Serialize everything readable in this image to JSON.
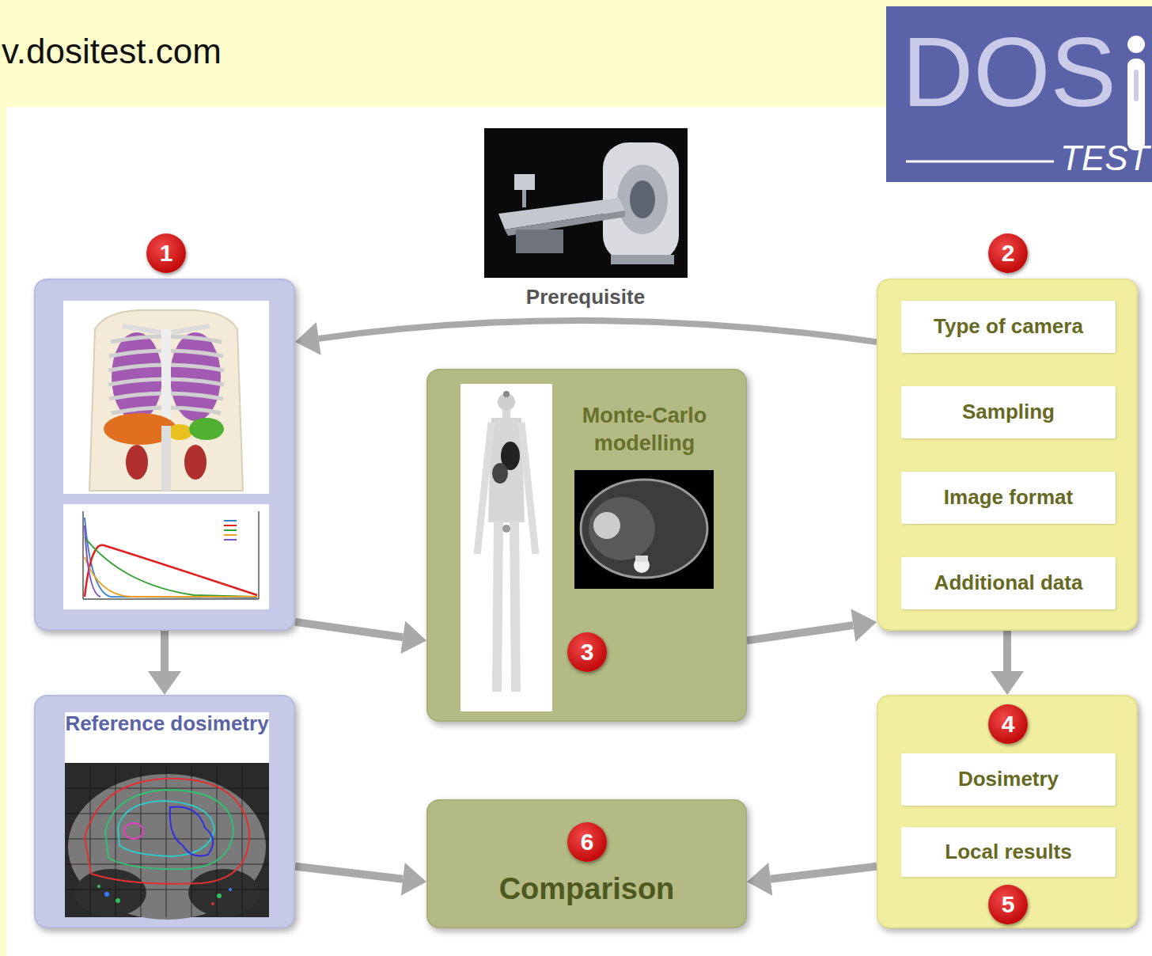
{
  "diagram": {
    "nodes": [
      {
        "text": [
          "DOS",
          "TEST"
        ]
      },
      {
        "text": [
          "1"
        ]
      },
      {
        "text": [
          "2"
        ]
      },
      {
        "text": [
          "Type of camera"
        ],
        "in": 2
      },
      {
        "text": [
          "Sampling"
        ],
        "in": 2
      },
      {
        "text": [
          "Image format"
        ],
        "in": 2
      },
      {
        "text": [
          "Additional data"
        ],
        "in": 2
      },
      {
        "text": [
          "Monte-Carlo modelling",
          "3"
        ]
      },
      {
        "text": [
          "Reference dosimetry"
        ]
      },
      {
        "text": [
          "6",
          "Comparison"
        ]
      },
      {
        "text": [
          "4",
          "5"
        ]
      },
      {
        "text": [
          "Dosimetry"
        ],
        "in": 10
      },
      {
        "text": [
          "Local results"
        ],
        "in": 10
      }
    ],
    "edges": [
      {
        "from": 2,
        "to": 1,
        "arrow": "to"
      },
      {
        "from": 1,
        "to": 7,
        "arrow": "to"
      },
      {
        "from": 7,
        "to": 2,
        "arrow": "to"
      },
      {
        "from": 1,
        "to": 8,
        "arrow": "to"
      },
      {
        "from": 2,
        "to": 10,
        "arrow": "to"
      },
      {
        "from": 8,
        "to": 9,
        "arrow": "to"
      },
      {
        "from": 10,
        "to": 9,
        "arrow": "to"
      }
    ],
    "labels": [
      "v.dositest.com",
      "Prerequisite"
    ]
  }
}
